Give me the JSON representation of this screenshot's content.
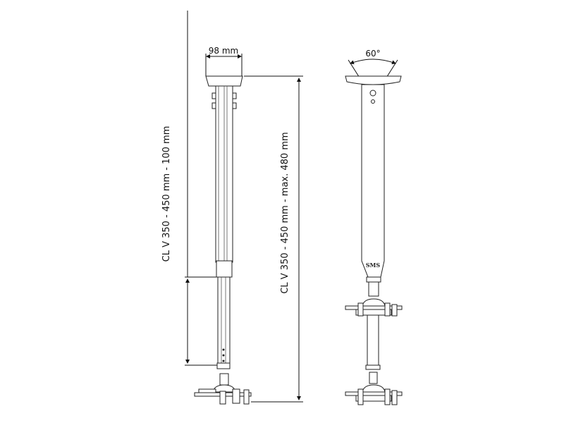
{
  "dimensions": {
    "plate_width": "98 mm",
    "tilt_angle": "60°",
    "left_height": "CL V 350 - 450 mm - 100 mm",
    "total_height": "CL V 350 - 450 mm - max. 480 mm"
  },
  "logo": "SMS",
  "colors": {
    "line": "#111111",
    "background": "#ffffff"
  }
}
